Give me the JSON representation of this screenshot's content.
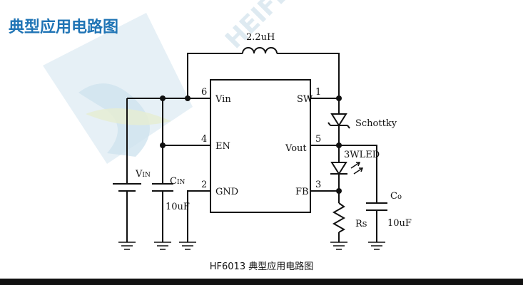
{
  "header": {
    "title": "典型应用电路图"
  },
  "watermark": {
    "text": "HEIFE",
    "color": "#c9dde9"
  },
  "colors": {
    "title": "#1f74b5",
    "wire": "#111111"
  },
  "ic": {
    "pins": {
      "vin": {
        "number": "6",
        "name": "Vin"
      },
      "en": {
        "number": "4",
        "name": "EN"
      },
      "gnd": {
        "number": "2",
        "name": "GND"
      },
      "sw": {
        "number": "1",
        "name": "SW"
      },
      "vout": {
        "number": "5",
        "name": "Vout"
      },
      "fb": {
        "number": "3",
        "name": "FB"
      }
    }
  },
  "components": {
    "inductor": {
      "value": "2.2uH"
    },
    "diode": {
      "label": "Schottky"
    },
    "led": {
      "label": "3WLED"
    },
    "vin_source": {
      "label": "V",
      "sub": "IN"
    },
    "cin": {
      "label": "C",
      "sub": "IN",
      "value": "10uF"
    },
    "co": {
      "label": "C",
      "sub": "o",
      "value": "10uF"
    },
    "rs": {
      "label": "Rs"
    }
  },
  "caption": "HF6013 典型应用电路图"
}
